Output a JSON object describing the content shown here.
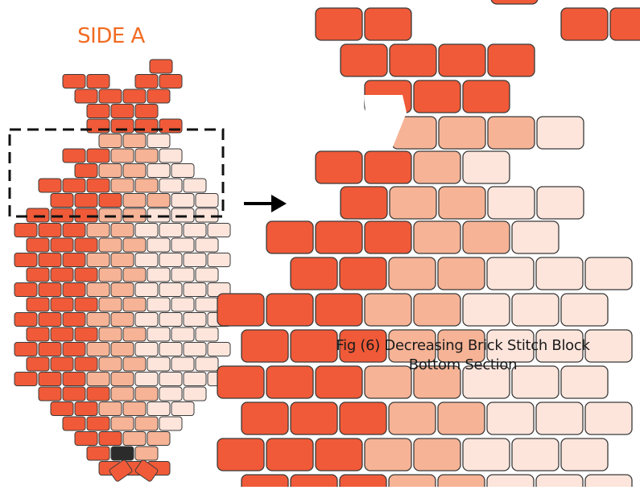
{
  "side_title": "SIDE A",
  "caption": {
    "line1": "Fig (6) Decreasing Brick Stitch Block",
    "line2": "Bottom Section"
  },
  "palette": {
    "dark": "#f05a38",
    "medium": "#f6b396",
    "light": "#fde5dc",
    "black": "#2b2b2b",
    "outline": "#3a3a3a",
    "title_color": "#f26b22"
  }
}
